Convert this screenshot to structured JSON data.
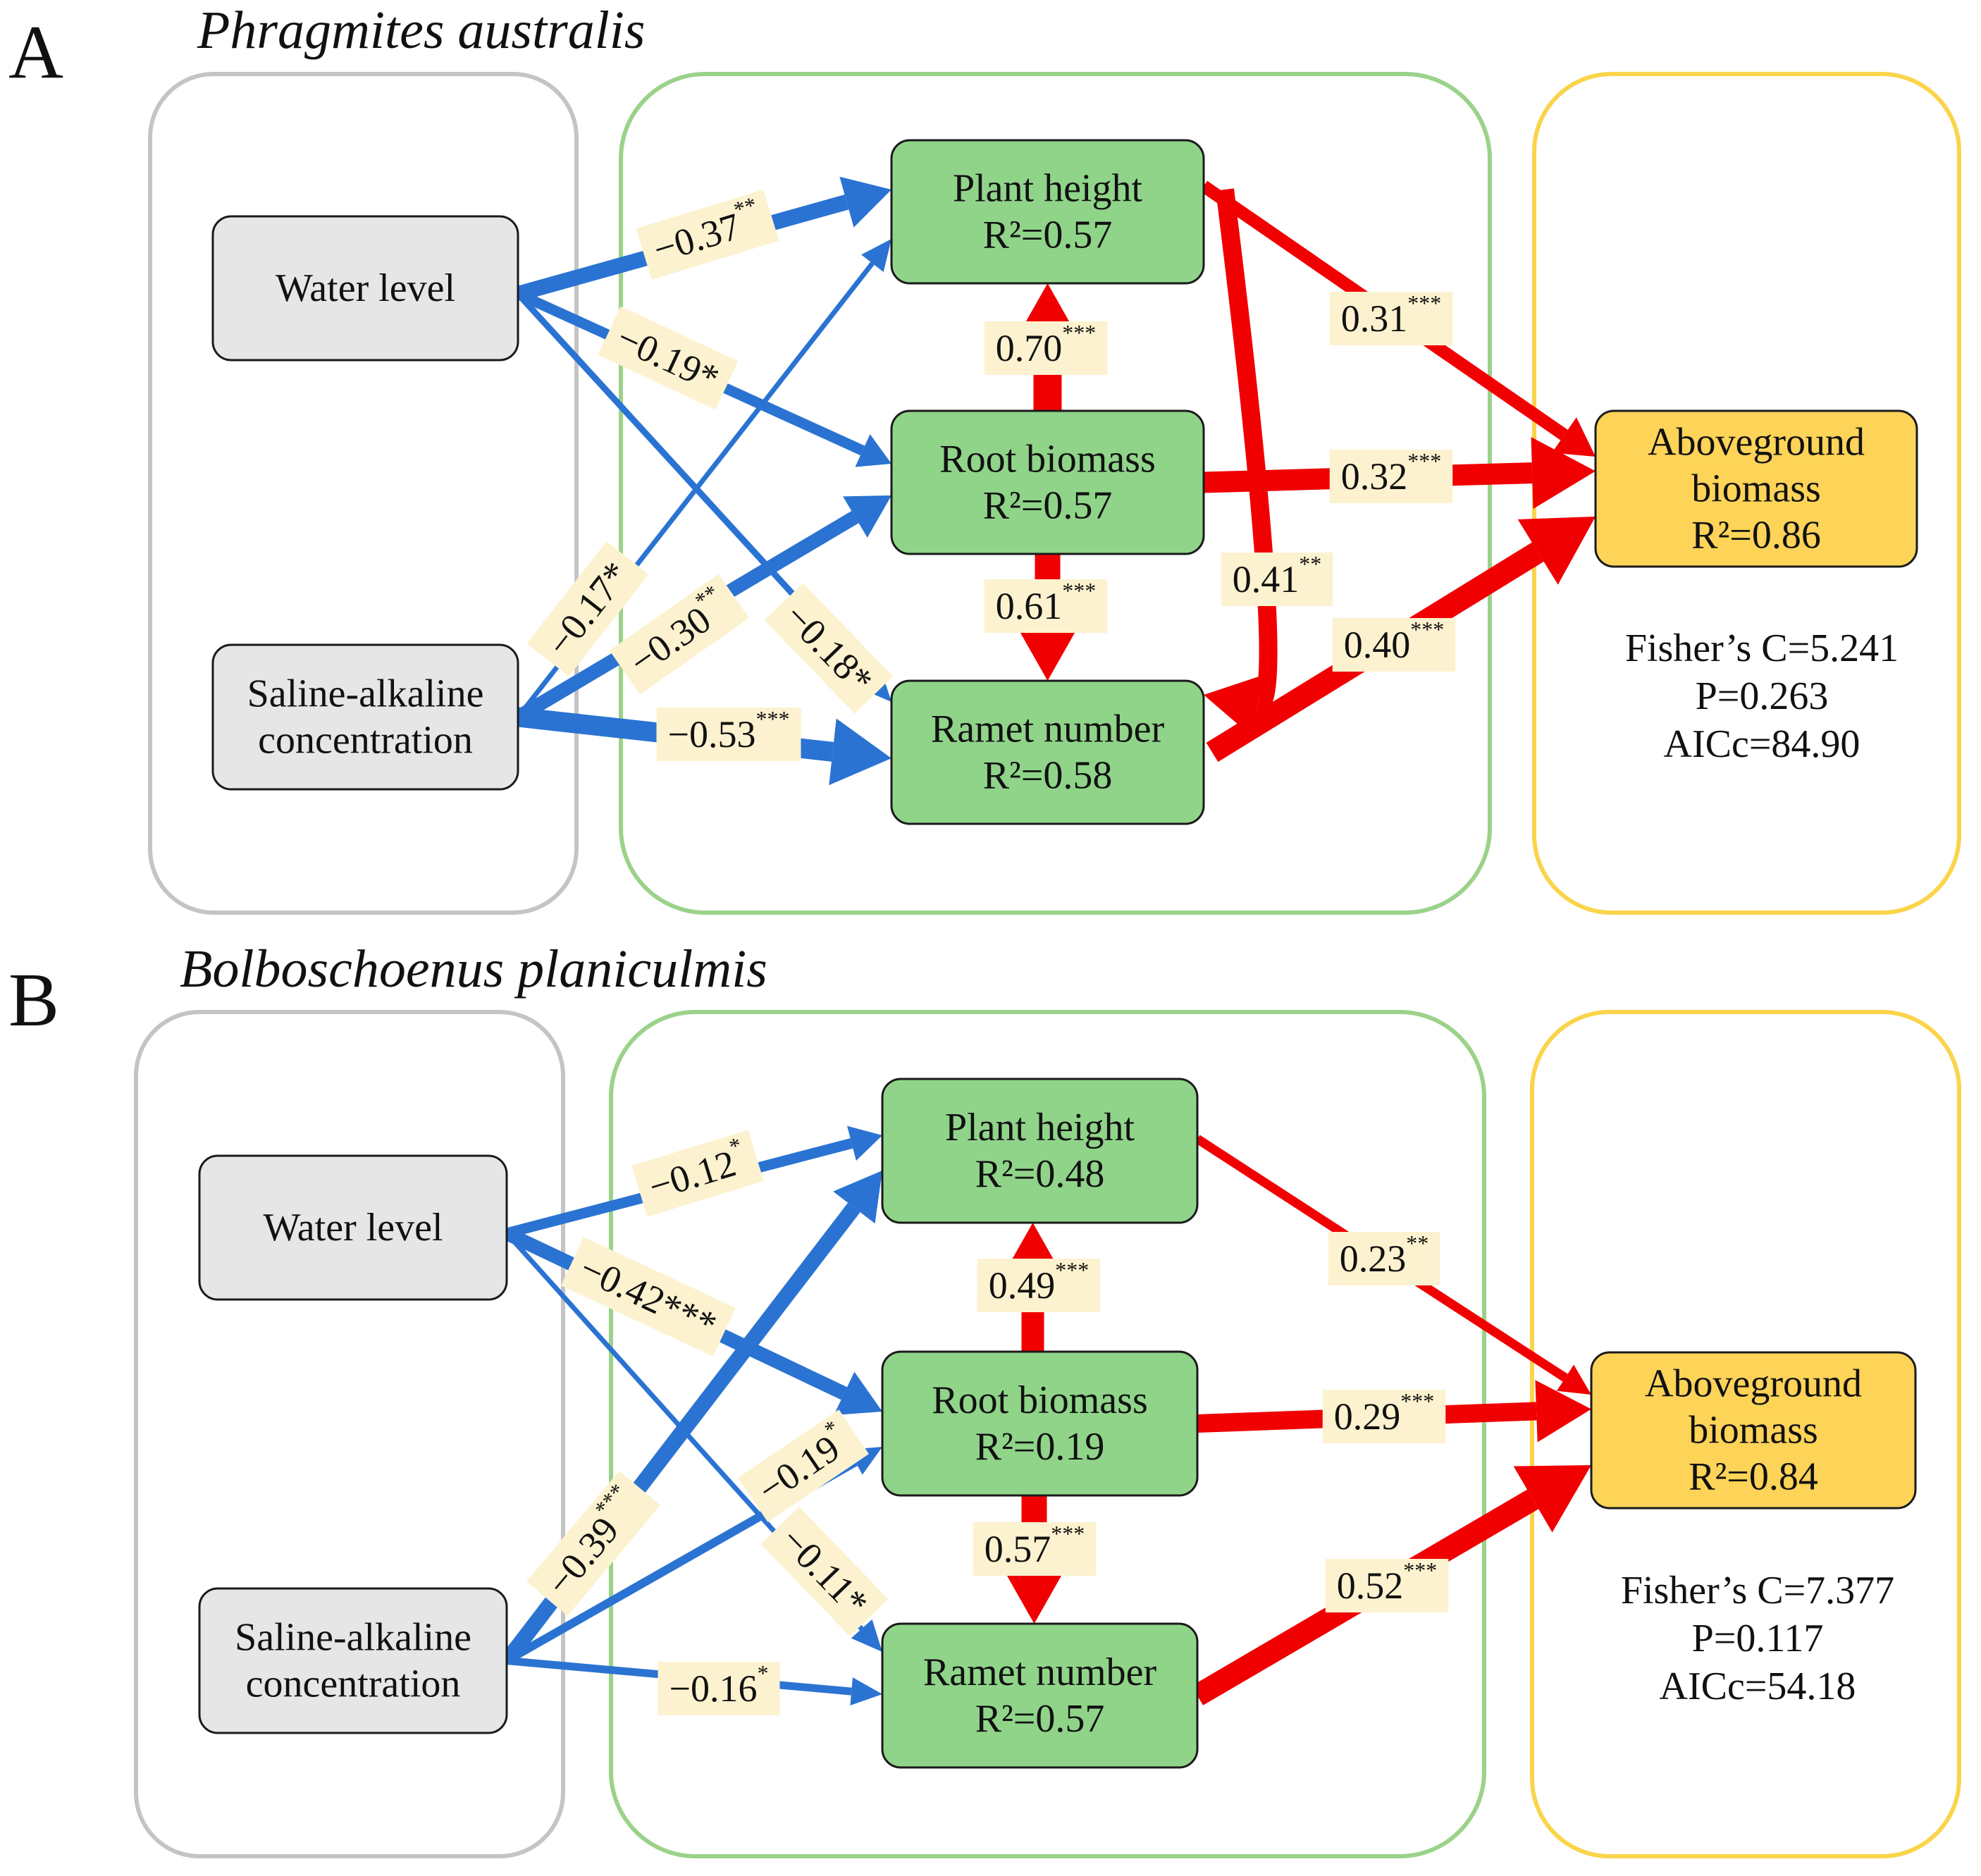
{
  "colors": {
    "negative": "#2a73d2",
    "positive": "#f00000",
    "label_bg": "#fdf2cf",
    "predictor_fill": "#e6e6e6",
    "trait_fill": "#90d48a",
    "response_fill": "#fdd358",
    "predictor_frame": "#c4c4c4",
    "trait_frame": "#9bd28a",
    "response_frame": "#fad44a"
  },
  "panels": [
    {
      "letter": "A",
      "species": "Phragmites australis",
      "nodes": {
        "water": [
          "Water level"
        ],
        "saline": [
          "Saline-alkaline",
          "concentration"
        ],
        "height": [
          "Plant height",
          "R²=0.57"
        ],
        "root": [
          "Root biomass",
          "R²=0.57"
        ],
        "ramet": [
          "Ramet number",
          "R²=0.58"
        ],
        "above": [
          "Aboveground",
          "biomass",
          "R²=0.86"
        ]
      },
      "stats": [
        "Fisher’s C=5.241",
        "P=0.263",
        "AICc=84.90"
      ],
      "paths": [
        {
          "from": "Water level",
          "to": "Plant height",
          "coef": "−0.37",
          "sig": "**",
          "sign": "negative"
        },
        {
          "from": "Water level",
          "to": "Root biomass",
          "coef": "−0.19*",
          "sig": "",
          "sign": "negative"
        },
        {
          "from": "Water level",
          "to": "Ramet number",
          "coef": "−0.18*",
          "sig": "",
          "sign": "negative"
        },
        {
          "from": "Saline-alkaline concentration",
          "to": "Plant height",
          "coef": "−0.17*",
          "sig": "",
          "sign": "negative"
        },
        {
          "from": "Saline-alkaline concentration",
          "to": "Root biomass",
          "coef": "−0.30",
          "sig": "**",
          "sign": "negative"
        },
        {
          "from": "Saline-alkaline concentration",
          "to": "Ramet number",
          "coef": "−0.53",
          "sig": "***",
          "sign": "negative"
        },
        {
          "from": "Root biomass",
          "to": "Plant height",
          "coef": "0.70",
          "sig": "***",
          "sign": "positive"
        },
        {
          "from": "Root biomass",
          "to": "Ramet number",
          "coef": "0.61",
          "sig": "***",
          "sign": "positive"
        },
        {
          "from": "Plant height",
          "to": "Ramet number",
          "coef": "0.41",
          "sig": "**",
          "sign": "positive"
        },
        {
          "from": "Plant height",
          "to": "Aboveground biomass",
          "coef": "0.31",
          "sig": "***",
          "sign": "positive"
        },
        {
          "from": "Root biomass",
          "to": "Aboveground biomass",
          "coef": "0.32",
          "sig": "***",
          "sign": "positive"
        },
        {
          "from": "Ramet number",
          "to": "Aboveground biomass",
          "coef": "0.40",
          "sig": "***",
          "sign": "positive"
        }
      ]
    },
    {
      "letter": "B",
      "species": "Bolboschoenus planiculmis",
      "nodes": {
        "water": [
          "Water level"
        ],
        "saline": [
          "Saline-alkaline",
          "concentration"
        ],
        "height": [
          "Plant height",
          "R²=0.48"
        ],
        "root": [
          "Root biomass",
          "R²=0.19"
        ],
        "ramet": [
          "Ramet number",
          "R²=0.57"
        ],
        "above": [
          "Aboveground",
          "biomass",
          "R²=0.84"
        ]
      },
      "stats": [
        "Fisher’s C=7.377",
        "P=0.117",
        "AICc=54.18"
      ],
      "paths": [
        {
          "from": "Water level",
          "to": "Plant height",
          "coef": "−0.12",
          "sig": "*",
          "sign": "negative"
        },
        {
          "from": "Water level",
          "to": "Root biomass",
          "coef": "−0.42***",
          "sig": "",
          "sign": "negative"
        },
        {
          "from": "Water level",
          "to": "Ramet number",
          "coef": "−0.11*",
          "sig": "",
          "sign": "negative"
        },
        {
          "from": "Saline-alkaline concentration",
          "to": "Plant height",
          "coef": "−0.39",
          "sig": "***",
          "sign": "negative"
        },
        {
          "from": "Saline-alkaline concentration",
          "to": "Root biomass",
          "coef": "−0.19",
          "sig": "*",
          "sign": "negative"
        },
        {
          "from": "Saline-alkaline concentration",
          "to": "Ramet number",
          "coef": "−0.16",
          "sig": "*",
          "sign": "negative"
        },
        {
          "from": "Root biomass",
          "to": "Plant height",
          "coef": "0.49",
          "sig": "***",
          "sign": "positive"
        },
        {
          "from": "Root biomass",
          "to": "Ramet number",
          "coef": "0.57",
          "sig": "***",
          "sign": "positive"
        },
        {
          "from": "Plant height",
          "to": "Aboveground biomass",
          "coef": "0.23",
          "sig": "**",
          "sign": "positive"
        },
        {
          "from": "Root biomass",
          "to": "Aboveground biomass",
          "coef": "0.29",
          "sig": "***",
          "sign": "positive"
        },
        {
          "from": "Ramet number",
          "to": "Aboveground biomass",
          "coef": "0.52",
          "sig": "***",
          "sign": "positive"
        }
      ]
    }
  ]
}
